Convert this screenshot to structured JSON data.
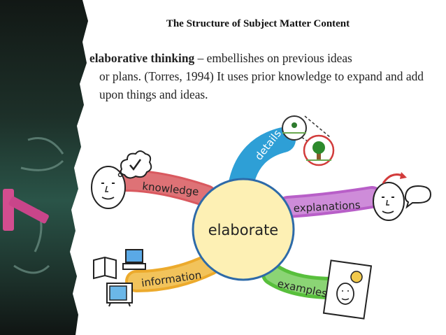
{
  "slide": {
    "title": "The Structure of Subject Matter Content",
    "term": "elaborative thinking",
    "definition_first": " – embellishes on previous ideas",
    "definition_rest": "or plans. (Torres, 1994) It uses prior knowledge to expand and add upon things and ideas."
  },
  "diagram": {
    "center": "elaborate",
    "branches": {
      "details": "details",
      "knowledge": "knowledge",
      "explanations": "explanations",
      "information": "information",
      "examples": "examples"
    },
    "colors": {
      "center_fill": "#fdf0b4",
      "details": "#2e9fd6",
      "knowledge": "#d9595f",
      "explanations": "#b85fc8",
      "information": "#ecaa2c",
      "examples": "#58bf3c"
    }
  }
}
